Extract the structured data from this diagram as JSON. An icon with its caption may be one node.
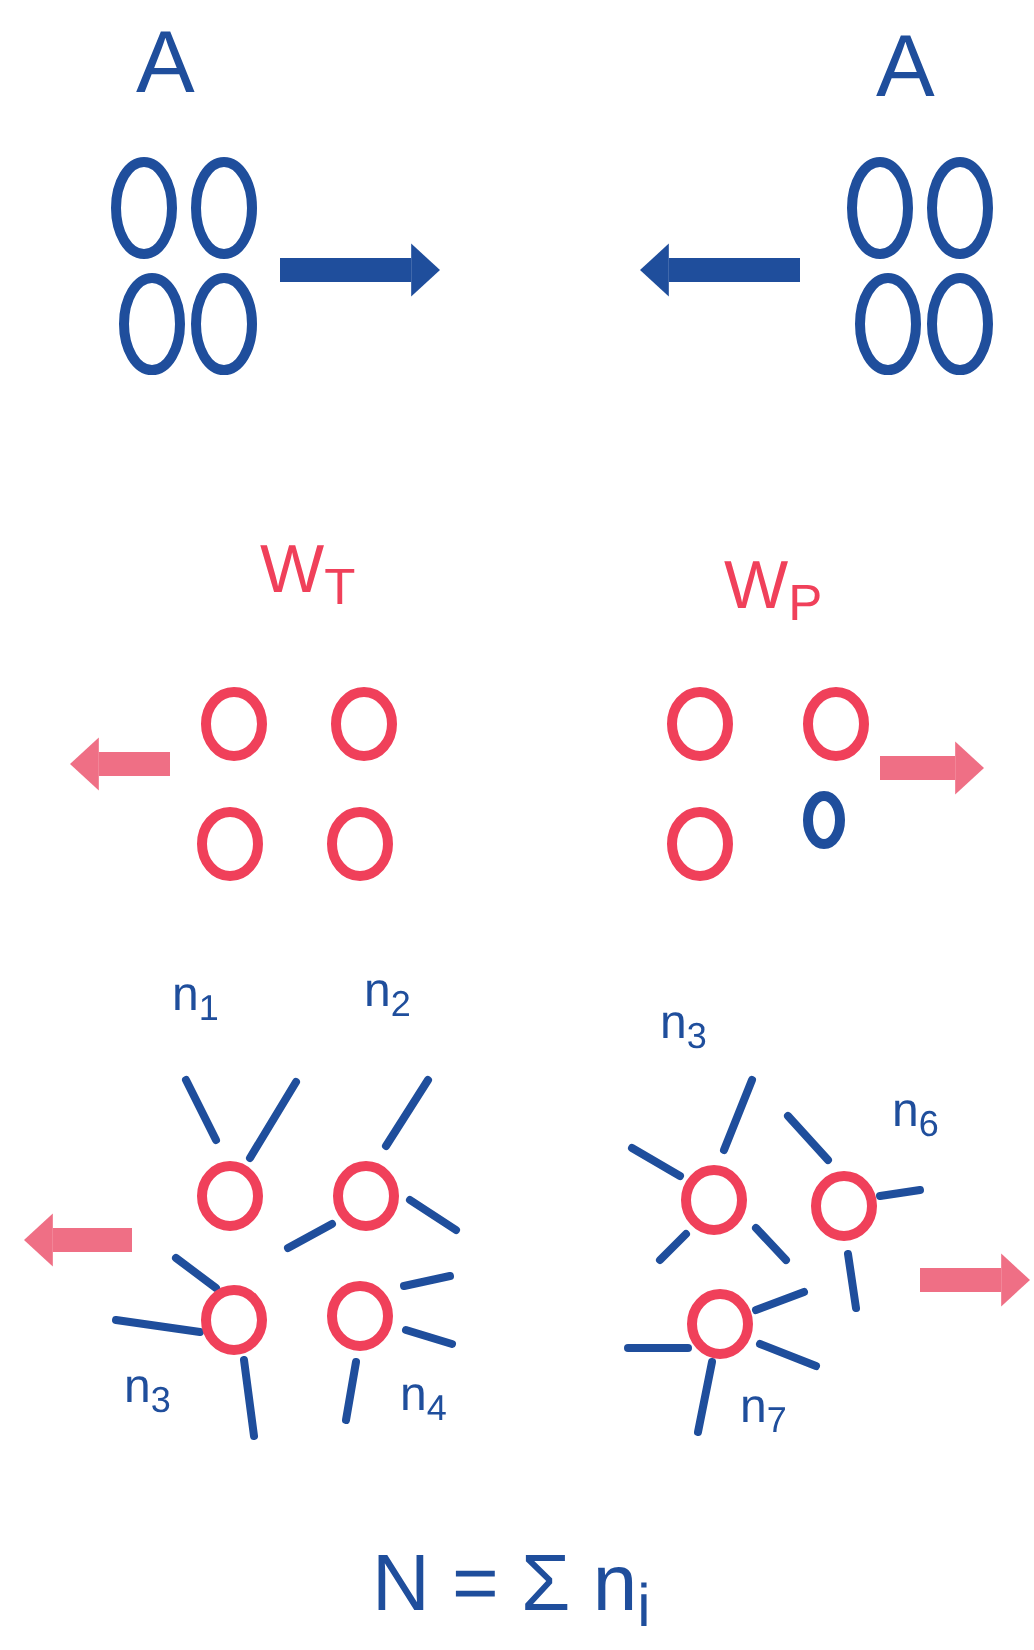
{
  "diagram": {
    "labels": [
      "A",
      "A",
      "W$_{T}$",
      "W$_{P}$",
      "n$_{1}$",
      "n$_{2}$",
      "n$_{3}$",
      "n$_{6}$",
      "n$_{3}$",
      "n$_{4}$",
      "n$_{7}$",
      "N = Σ n$_{i}$"
    ]
  }
}
